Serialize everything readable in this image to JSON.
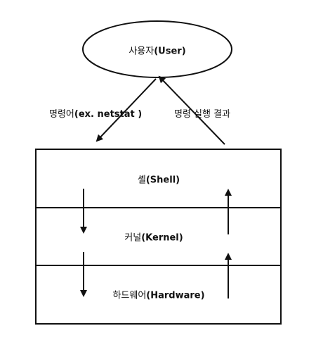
{
  "user_node": {
    "label_ko": "사용자",
    "label_en": "(User)"
  },
  "edge_command": {
    "label_ko": "명령어",
    "label_en": "(ex. netstat )"
  },
  "edge_result": {
    "label": "명령 실행 결과"
  },
  "layers": [
    {
      "label_ko": "셸",
      "label_en": "(Shell)"
    },
    {
      "label_ko": "커널",
      "label_en": "(Kernel)"
    },
    {
      "label_ko": "하드웨어",
      "label_en": "(Hardware)"
    }
  ]
}
